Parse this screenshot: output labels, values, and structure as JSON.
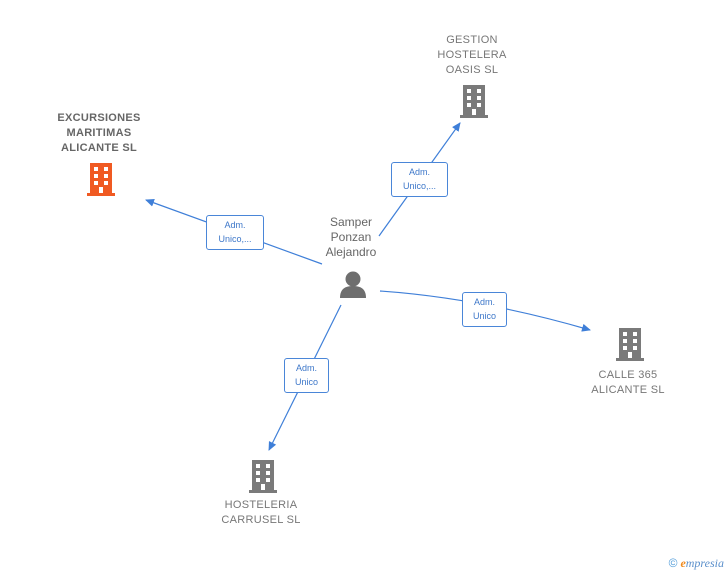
{
  "center": {
    "name": "Samper\nPonzan\nAlejandro"
  },
  "companies": [
    {
      "id": "excursiones",
      "name": "EXCURSIONES\nMARITIMAS\nALICANTE  SL",
      "highlight": true
    },
    {
      "id": "gestion",
      "name": "GESTION\nHOSTELERA\nOASIS  SL",
      "highlight": false
    },
    {
      "id": "calle365",
      "name": "CALLE 365\nALICANTE  SL",
      "highlight": false
    },
    {
      "id": "carrusel",
      "name": "HOSTELERIA\nCARRUSEL  SL",
      "highlight": false
    }
  ],
  "edges": [
    {
      "to": "excursiones",
      "label": "Adm.\nUnico,..."
    },
    {
      "to": "gestion",
      "label": "Adm.\nUnico,..."
    },
    {
      "to": "calle365",
      "label": "Adm.\nUnico"
    },
    {
      "to": "carrusel",
      "label": "Adm.\nUnico"
    }
  ],
  "colors": {
    "edge": "#3f7fd8",
    "building": "#7a7a7a",
    "building_highlight": "#f05a22",
    "person": "#6e6e6e"
  },
  "footer": {
    "copyright": "©",
    "brand_initial": "e",
    "brand_rest": "mpresia"
  }
}
